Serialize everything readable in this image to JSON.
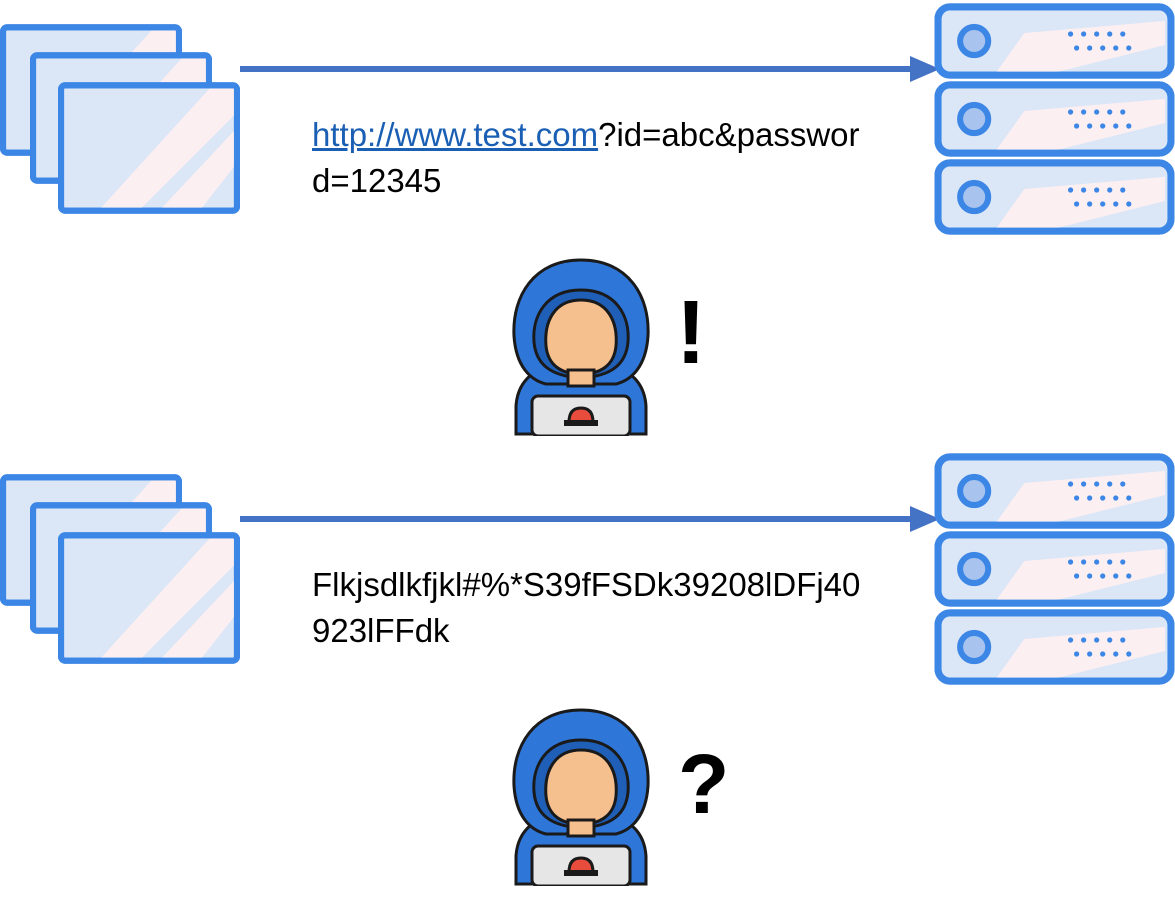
{
  "scenario_plain": {
    "url_link": "http://www.test.com",
    "url_rest": "?id=abc&password=12345",
    "attacker_mark": "!"
  },
  "scenario_encrypted": {
    "cipher_text": "Flkjsdlkfjkl#%*S39fFSDk39208lDFj40923lFFdk",
    "attacker_mark": "?"
  },
  "colors": {
    "stroke_blue": "#3c86e6",
    "fill_light_blue": "#dbe6f7",
    "arrow_blue": "#4472c4",
    "hood_blue": "#2f76d9",
    "skin": "#f6c08e",
    "laptop": "#e6e6e6",
    "red_dot": "#e74c3c"
  },
  "icons": [
    "browser-windows-icon",
    "server-stack-icon",
    "hacker-icon",
    "arrow-icon"
  ]
}
